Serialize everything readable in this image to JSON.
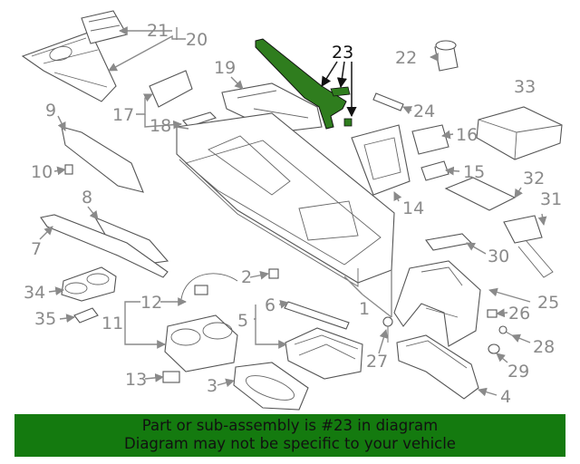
{
  "callouts": {
    "c1": "1",
    "c2": "2",
    "c3": "3",
    "c4": "4",
    "c5": "5",
    "c6": "6",
    "c7": "7",
    "c8": "8",
    "c9": "9",
    "c10": "10",
    "c11": "11",
    "c12": "12",
    "c13": "13",
    "c14": "14",
    "c15": "15",
    "c16": "16",
    "c17": "17",
    "c18": "18",
    "c19": "19",
    "c20": "20",
    "c21": "21",
    "c22": "22",
    "c23": "23",
    "c24": "24",
    "c25": "25",
    "c26": "26",
    "c27": "27",
    "c28": "28",
    "c29": "29",
    "c30": "30",
    "c31": "31",
    "c32": "32",
    "c33": "33",
    "c34": "34",
    "c35": "35"
  },
  "colors": {
    "highlight": "#2f7d1e",
    "footer_bg": "#147a0f",
    "callout": "#8a8a8a"
  },
  "footer": {
    "line1": "Part or sub-assembly is #23 in diagram",
    "line2": "Diagram may not be specific to your vehicle"
  }
}
